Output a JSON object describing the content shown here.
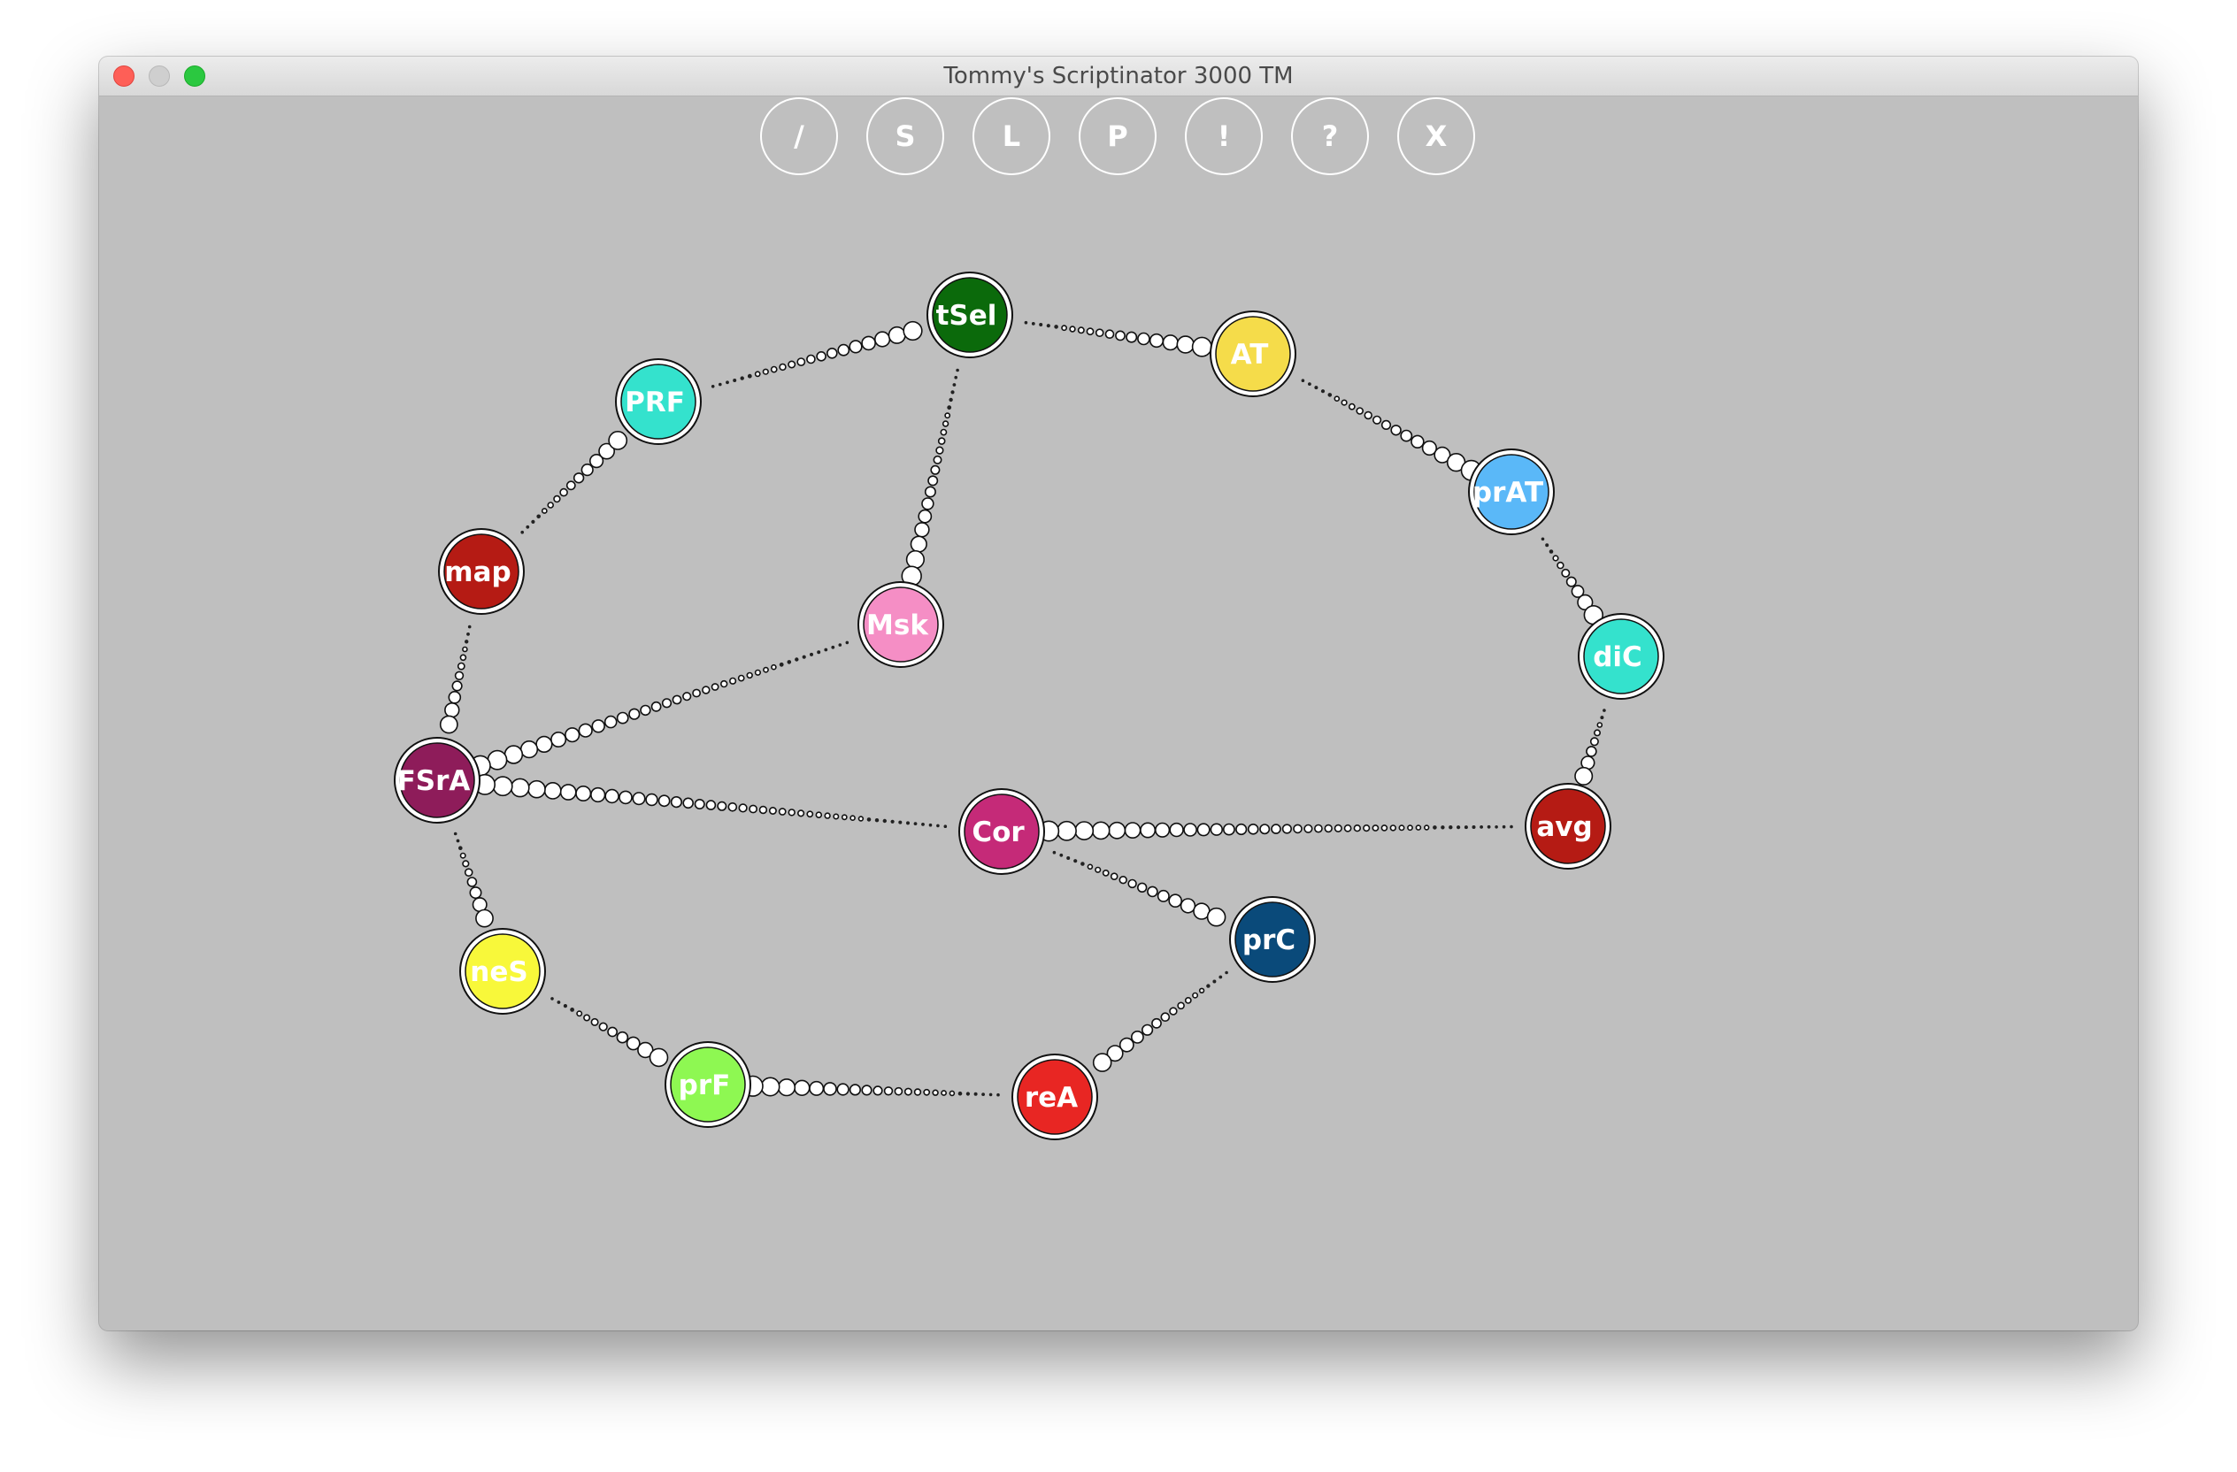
{
  "window": {
    "title": "Tommy's Scriptinator 3000 TM"
  },
  "toolbar": {
    "buttons": [
      {
        "id": "slash",
        "label": "/"
      },
      {
        "id": "s",
        "label": "S"
      },
      {
        "id": "l",
        "label": "L"
      },
      {
        "id": "p",
        "label": "P"
      },
      {
        "id": "bang",
        "label": "!"
      },
      {
        "id": "question",
        "label": "?"
      },
      {
        "id": "x",
        "label": "X"
      }
    ]
  },
  "graph": {
    "nodes": [
      {
        "id": "tSel",
        "label": "tSel",
        "color": "#0b6a0b"
      },
      {
        "id": "AT",
        "label": "AT",
        "color": "#f5dc4a"
      },
      {
        "id": "PRF",
        "label": "PRF",
        "color": "#34e2cd"
      },
      {
        "id": "prAT",
        "label": "prAT",
        "color": "#5ab8f8"
      },
      {
        "id": "map",
        "label": "map",
        "color": "#b51b14"
      },
      {
        "id": "Msk",
        "label": "Msk",
        "color": "#f58ec5"
      },
      {
        "id": "diC",
        "label": "diC",
        "color": "#34e2cd"
      },
      {
        "id": "FSrA",
        "label": "FSrA",
        "color": "#8e1c5a"
      },
      {
        "id": "Cor",
        "label": "Cor",
        "color": "#c52a78"
      },
      {
        "id": "avg",
        "label": "avg",
        "color": "#b51b14"
      },
      {
        "id": "prC",
        "label": "prC",
        "color": "#0a4a7a"
      },
      {
        "id": "neS",
        "label": "neS",
        "color": "#f8f83a"
      },
      {
        "id": "prF",
        "label": "prF",
        "color": "#8ef852"
      },
      {
        "id": "reA",
        "label": "reA",
        "color": "#e82623"
      }
    ],
    "edges": [
      {
        "from": "PRF",
        "to": "tSel"
      },
      {
        "from": "tSel",
        "to": "AT"
      },
      {
        "from": "AT",
        "to": "prAT"
      },
      {
        "from": "prAT",
        "to": "diC"
      },
      {
        "from": "diC",
        "to": "avg"
      },
      {
        "from": "avg",
        "to": "Cor"
      },
      {
        "from": "tSel",
        "to": "Msk"
      },
      {
        "from": "map",
        "to": "PRF"
      },
      {
        "from": "map",
        "to": "FSrA"
      },
      {
        "from": "Msk",
        "to": "FSrA"
      },
      {
        "from": "Cor",
        "to": "FSrA"
      },
      {
        "from": "FSrA",
        "to": "neS"
      },
      {
        "from": "neS",
        "to": "prF"
      },
      {
        "from": "reA",
        "to": "prF"
      },
      {
        "from": "prC",
        "to": "reA"
      },
      {
        "from": "Cor",
        "to": "prC"
      }
    ]
  }
}
